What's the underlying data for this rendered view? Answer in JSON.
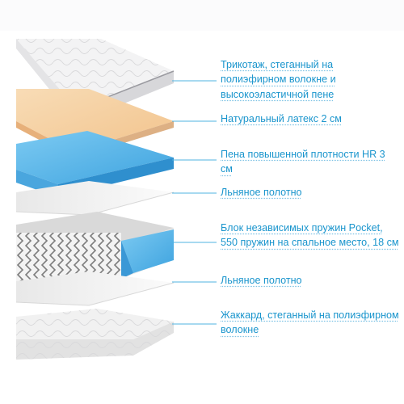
{
  "layers": [
    {
      "id": "knit",
      "label": "Трикотаж, стеганный на полиэфирном волокне и высокоэластичной пене",
      "color": "#f1f1f2"
    },
    {
      "id": "latex",
      "label": "Натуральный латекс 2 см",
      "color": "#f6d3a7"
    },
    {
      "id": "foam",
      "label": "Пена повышенной плотности HR 3 см",
      "color": "#5db6ea"
    },
    {
      "id": "linen-1",
      "label": "Льняное полотно",
      "color": "#f4f4f4"
    },
    {
      "id": "springs",
      "label": "Блок независимых пружин Pocket, 550 пружин на спальное место, 18 см",
      "color": "#9a9a9a"
    },
    {
      "id": "linen-2",
      "label": "Льняное полотно",
      "color": "#f4f4f4"
    },
    {
      "id": "jacquard",
      "label": "Жаккард, стеганный на полиэфирном волокне",
      "color": "#efefef"
    }
  ],
  "colors": {
    "accent": "#1a95cd",
    "leader": "#4fb3e0"
  }
}
